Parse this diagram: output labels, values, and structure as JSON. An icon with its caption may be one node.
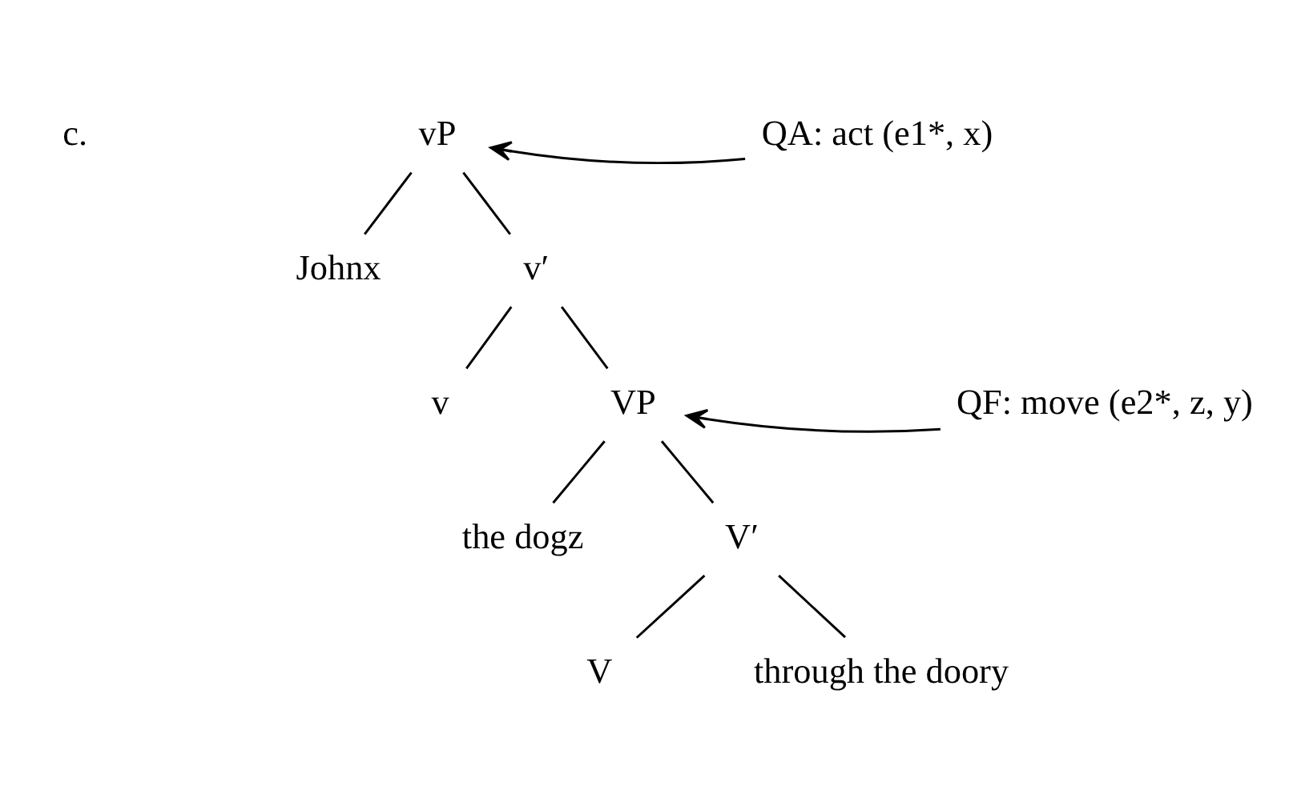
{
  "diagram": {
    "nodes": [
      {
        "text": [
          "vP"
        ]
      },
      {
        "text": [
          "Johnx"
        ]
      },
      {
        "text": [
          "v′"
        ]
      },
      {
        "text": [
          "v"
        ]
      },
      {
        "text": [
          "VP"
        ]
      },
      {
        "text": [
          "the dogz"
        ]
      },
      {
        "text": [
          "V′"
        ]
      },
      {
        "text": [
          "V"
        ]
      },
      {
        "text": [
          "through the doory"
        ]
      },
      {
        "text": [
          "QA: act (e1*, x)"
        ]
      },
      {
        "text": [
          "QF: move (e2*, z, y)"
        ]
      }
    ],
    "edges": [
      {
        "from": 0,
        "to": 1,
        "arrow": "none"
      },
      {
        "from": 0,
        "to": 2,
        "arrow": "none"
      },
      {
        "from": 2,
        "to": 3,
        "arrow": "none"
      },
      {
        "from": 2,
        "to": 4,
        "arrow": "none"
      },
      {
        "from": 4,
        "to": 5,
        "arrow": "none"
      },
      {
        "from": 4,
        "to": 6,
        "arrow": "none"
      },
      {
        "from": 6,
        "to": 7,
        "arrow": "none"
      },
      {
        "from": 6,
        "to": 8,
        "arrow": "none"
      },
      {
        "from": 9,
        "to": 0,
        "arrow": "to"
      },
      {
        "from": 10,
        "to": 4,
        "arrow": "to"
      }
    ],
    "labels": [
      "c."
    ]
  }
}
